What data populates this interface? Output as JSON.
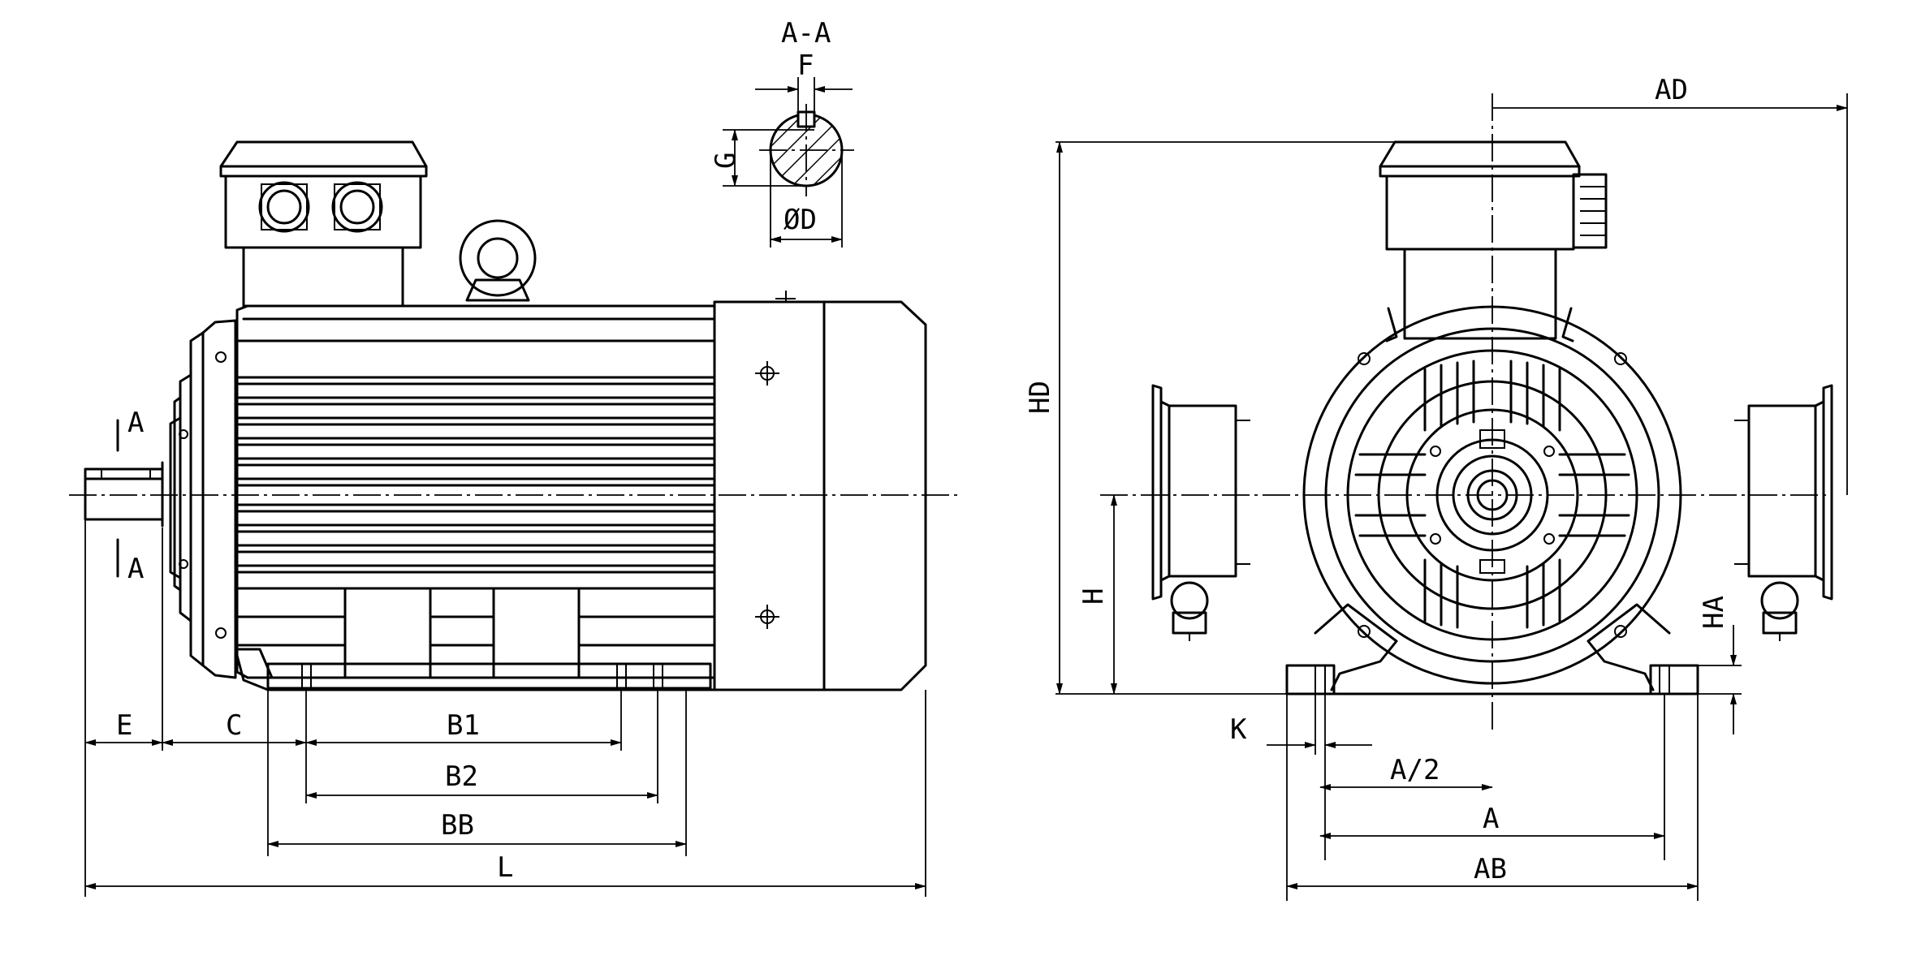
{
  "section": {
    "title": "A-A",
    "key_label": "F",
    "depth_label": "G",
    "diameter_label": "ØD"
  },
  "side": {
    "section_mark_top": "A",
    "section_mark_bottom": "A",
    "labels": {
      "E": "E",
      "C": "C",
      "B1": "B1",
      "B2": "B2",
      "BB": "BB",
      "L": "L"
    }
  },
  "front": {
    "labels": {
      "AD": "AD",
      "HD": "HD",
      "H": "H",
      "HA": "HA",
      "K": "K",
      "A_half": "A/2",
      "A": "A",
      "AB": "AB"
    }
  }
}
